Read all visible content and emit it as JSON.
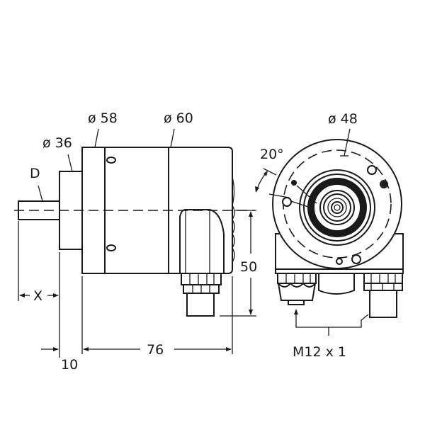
{
  "drawing": {
    "title": "Rotary encoder dimension drawing",
    "colors": {
      "line": "#1a1a1a",
      "background": "#ffffff"
    },
    "side_view": {
      "labels": {
        "d58": "ø 58",
        "d60": "ø 60",
        "d36": "ø 36",
        "shaft": "D",
        "x": "X",
        "dim_10": "10",
        "dim_76": "76",
        "dim_50": "50"
      }
    },
    "front_view": {
      "labels": {
        "d48": "ø 48",
        "angle": "20°",
        "connector": "M12 x 1"
      }
    }
  }
}
